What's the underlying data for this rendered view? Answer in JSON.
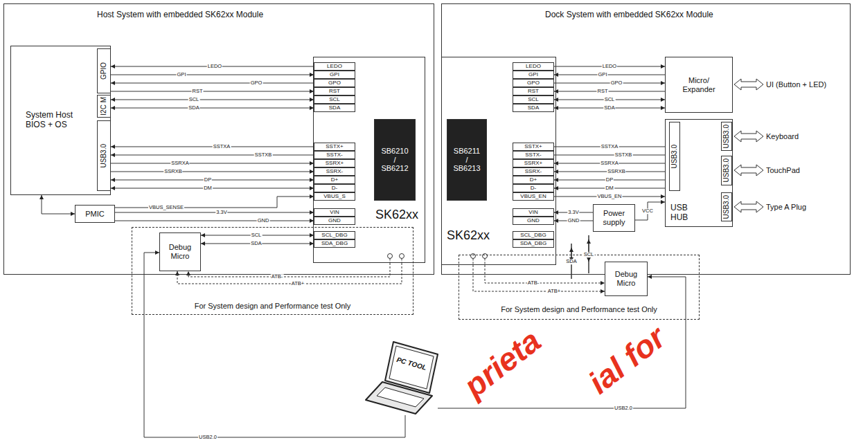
{
  "diagram": {
    "nodes": [
      {
        "text": [
          "Host System with embedded SK62xx Module"
        ]
      },
      {
        "text": [
          "System Host BIOS + OS"
        ],
        "in": 0
      },
      {
        "text": [
          "GPIO"
        ],
        "in": 1
      },
      {
        "text": [
          "I2C M"
        ],
        "in": 1
      },
      {
        "text": [
          "USB3.0"
        ],
        "in": 1
      },
      {
        "text": [
          "PMIC"
        ],
        "in": 0
      },
      {
        "text": [
          "SK62xx"
        ],
        "in": 0
      },
      {
        "text": [
          "SB6210 / SB6212"
        ],
        "in": 6
      },
      {
        "text": [
          "LEDO"
        ],
        "in": 6
      },
      {
        "text": [
          "GPI"
        ],
        "in": 6
      },
      {
        "text": [
          "GPO"
        ],
        "in": 6
      },
      {
        "text": [
          "RST"
        ],
        "in": 6
      },
      {
        "text": [
          "SCL"
        ],
        "in": 6
      },
      {
        "text": [
          "SDA"
        ],
        "in": 6
      },
      {
        "text": [
          "SSTX+"
        ],
        "in": 6
      },
      {
        "text": [
          "SSTX-"
        ],
        "in": 6
      },
      {
        "text": [
          "SSRX+"
        ],
        "in": 6
      },
      {
        "text": [
          "SSRX-"
        ],
        "in": 6
      },
      {
        "text": [
          "D+"
        ],
        "in": 6
      },
      {
        "text": [
          "D-"
        ],
        "in": 6
      },
      {
        "text": [
          "VBUS_S"
        ],
        "in": 6
      },
      {
        "text": [
          "VIN"
        ],
        "in": 6
      },
      {
        "text": [
          "GND"
        ],
        "in": 6
      },
      {
        "text": [
          "SCL_DBG"
        ],
        "in": 6
      },
      {
        "text": [
          "SDA_DBG"
        ],
        "in": 6
      },
      {
        "text": [
          "For System design and Performance test Only"
        ]
      },
      {
        "text": [
          "Debug Micro"
        ],
        "in": 25
      },
      {
        "text": [
          "Dock System with embedded SK62xx Module"
        ]
      },
      {
        "text": [
          "SK62xx"
        ],
        "in": 27
      },
      {
        "text": [
          "SB6211 / SB6213"
        ],
        "in": 28
      },
      {
        "text": [
          "LEDO"
        ],
        "in": 28
      },
      {
        "text": [
          "GPI"
        ],
        "in": 28
      },
      {
        "text": [
          "GPO"
        ],
        "in": 28
      },
      {
        "text": [
          "RST"
        ],
        "in": 28
      },
      {
        "text": [
          "SCL"
        ],
        "in": 28
      },
      {
        "text": [
          "SDA"
        ],
        "in": 28
      },
      {
        "text": [
          "SSTX+"
        ],
        "in": 28
      },
      {
        "text": [
          "SSTX-"
        ],
        "in": 28
      },
      {
        "text": [
          "SSRX+"
        ],
        "in": 28
      },
      {
        "text": [
          "SSRX-"
        ],
        "in": 28
      },
      {
        "text": [
          "D+"
        ],
        "in": 28
      },
      {
        "text": [
          "D-"
        ],
        "in": 28
      },
      {
        "text": [
          "VBUS_EN"
        ],
        "in": 28
      },
      {
        "text": [
          "VIN"
        ],
        "in": 28
      },
      {
        "text": [
          "GND"
        ],
        "in": 28
      },
      {
        "text": [
          "SCL_DBG"
        ],
        "in": 28
      },
      {
        "text": [
          "SDA_DBG"
        ],
        "in": 28
      },
      {
        "text": [
          "Micro/ Expander"
        ],
        "in": 27
      },
      {
        "text": [
          "USB HUB"
        ],
        "in": 27
      },
      {
        "text": [
          "USB3.0"
        ],
        "in": 48
      },
      {
        "text": [
          "USB3.0"
        ],
        "in": 48
      },
      {
        "text": [
          "USB3.0"
        ],
        "in": 48
      },
      {
        "text": [
          "USB3.0"
        ],
        "in": 48
      },
      {
        "text": [
          "Power supply"
        ],
        "in": 27
      },
      {
        "text": [
          "For System design and Performance test Only"
        ]
      },
      {
        "text": [
          "Debug Micro"
        ],
        "in": 54
      },
      {
        "text": [
          "PC TOOL"
        ]
      }
    ],
    "edges": [
      {
        "from": 8,
        "to": 2,
        "arrow": "to",
        "label": "LEDO"
      },
      {
        "from": 2,
        "to": 9,
        "arrow": "to",
        "label": "GPI"
      },
      {
        "from": 10,
        "to": 2,
        "arrow": "to",
        "label": "GPO"
      },
      {
        "from": 2,
        "to": 11,
        "arrow": "to",
        "label": "RST"
      },
      {
        "from": 3,
        "to": 12,
        "arrow": "both",
        "label": "SCL"
      },
      {
        "from": 3,
        "to": 13,
        "arrow": "both",
        "label": "SDA"
      },
      {
        "from": 14,
        "to": 4,
        "arrow": "to",
        "label": "SSTXA"
      },
      {
        "from": 15,
        "to": 4,
        "arrow": "to",
        "label": "SSTXB"
      },
      {
        "from": 4,
        "to": 16,
        "arrow": "to",
        "label": "SSRXA"
      },
      {
        "from": 4,
        "to": 17,
        "arrow": "to",
        "label": "SSRXB"
      },
      {
        "from": 4,
        "to": 18,
        "arrow": "both",
        "label": "DP"
      },
      {
        "from": 4,
        "to": 19,
        "arrow": "both",
        "label": "DM"
      },
      {
        "from": 5,
        "to": 20,
        "arrow": "to",
        "label": "VBUS_SENSE"
      },
      {
        "from": 5,
        "to": 21,
        "arrow": "to",
        "label": "3.3V"
      },
      {
        "from": 5,
        "to": 22,
        "arrow": "to",
        "label": "GND"
      },
      {
        "from": 1,
        "to": 5,
        "arrow": "both"
      },
      {
        "from": 26,
        "to": 23,
        "arrow": "both",
        "label": "SCL"
      },
      {
        "from": 26,
        "to": 24,
        "arrow": "both",
        "label": "SDA"
      },
      {
        "from": 6,
        "to": 26,
        "arrow": "to",
        "label": "ATB-"
      },
      {
        "from": 6,
        "to": 26,
        "arrow": "to",
        "label": "ATB+"
      },
      {
        "from": 56,
        "to": 26,
        "arrow": "to",
        "label": "USB2.0"
      },
      {
        "from": 30,
        "to": 47,
        "arrow": "to",
        "label": "LEDO"
      },
      {
        "from": 47,
        "to": 31,
        "arrow": "to",
        "label": "GPI"
      },
      {
        "from": 32,
        "to": 47,
        "arrow": "to",
        "label": "GPO"
      },
      {
        "from": 47,
        "to": 33,
        "arrow": "to",
        "label": "RST"
      },
      {
        "from": 47,
        "to": 34,
        "arrow": "both",
        "label": "SCL"
      },
      {
        "from": 47,
        "to": 35,
        "arrow": "both",
        "label": "SDA"
      },
      {
        "from": 36,
        "to": 49,
        "arrow": "to",
        "label": "SSTXA"
      },
      {
        "from": 37,
        "to": 49,
        "arrow": "to",
        "label": "SSTXB"
      },
      {
        "from": 49,
        "to": 38,
        "arrow": "to",
        "label": "SSRXA"
      },
      {
        "from": 49,
        "to": 39,
        "arrow": "to",
        "label": "SSRXB"
      },
      {
        "from": 49,
        "to": 40,
        "arrow": "both",
        "label": "DP"
      },
      {
        "from": 49,
        "to": 41,
        "arrow": "both",
        "label": "DM"
      },
      {
        "from": 42,
        "to": 48,
        "arrow": "to",
        "label": "VBUS_EN"
      },
      {
        "from": 53,
        "to": 48,
        "arrow": "to",
        "label": "VCC"
      },
      {
        "from": 53,
        "to": 43,
        "arrow": "to",
        "label": "3.3V"
      },
      {
        "from": 53,
        "to": 44,
        "arrow": "to",
        "label": "GND"
      },
      {
        "from": 55,
        "to": 45,
        "arrow": "both",
        "label": "SCL"
      },
      {
        "from": 55,
        "to": 46,
        "arrow": "both",
        "label": "SDA"
      },
      {
        "from": 28,
        "to": 55,
        "arrow": "to",
        "label": "ATB-"
      },
      {
        "from": 28,
        "to": 55,
        "arrow": "to",
        "label": "ATB+"
      },
      {
        "from": 56,
        "to": 55,
        "arrow": "to",
        "label": "USB2.0"
      }
    ],
    "labels": [
      "UI (Button + LED)",
      "Keyboard",
      "TouchPad",
      "Type A Plug",
      "prieta",
      "ial for"
    ]
  }
}
